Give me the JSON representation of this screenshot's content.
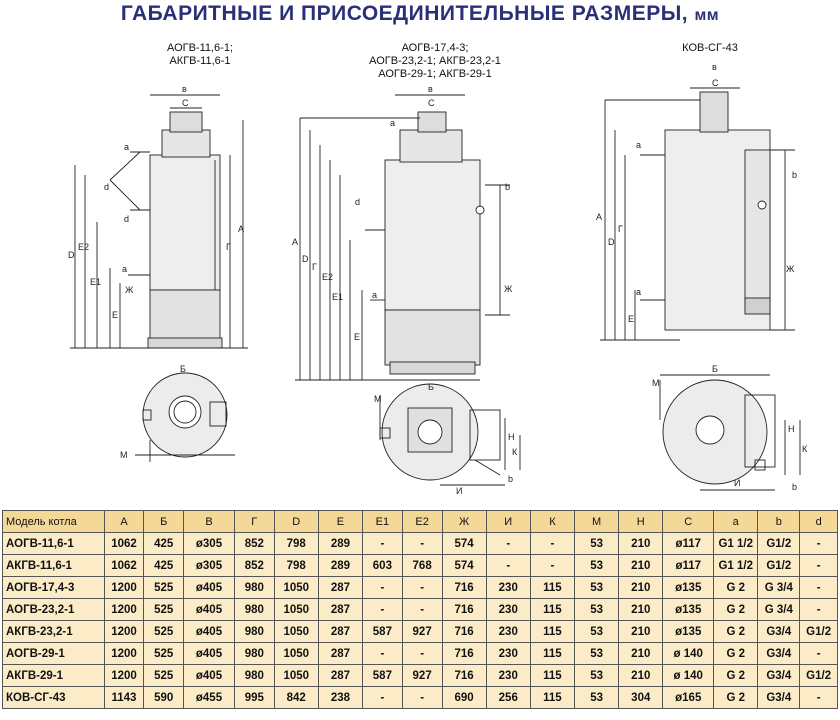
{
  "title": "ГАБАРИТНЫЕ И ПРИСОЕДИНИТЕЛЬНЫЕ РАЗМЕРЫ,",
  "title_unit": "мм",
  "drawings": {
    "left": {
      "caption1": "АОГВ-11,6-1;",
      "caption2": "АКГВ-11,6-1"
    },
    "middle": {
      "caption1": "АОГВ-17,4-3;",
      "caption2": "АОГВ-23,2-1; АКГВ-23,2-1",
      "caption3": "АОГВ-29-1; АКГВ-29-1"
    },
    "right": {
      "caption1": "КОВ-СГ-43"
    }
  },
  "dim_labels": {
    "a": "а",
    "b": "b",
    "d": "d",
    "c": "C",
    "v": "в",
    "A": "А",
    "B": "Б",
    "G": "Г",
    "D": "D",
    "E": "Е",
    "E1": "Е1",
    "E2": "Е2",
    "Zh": "Ж",
    "I": "И",
    "K": "К",
    "M": "М",
    "N": "Н"
  },
  "colors": {
    "header_bg": "#f3d898",
    "cell_bg": "#fbecc7",
    "title": "#2a2f7a"
  },
  "table": {
    "headers": [
      "Модель котла",
      "А",
      "Б",
      "В",
      "Г",
      "D",
      "Е",
      "Е1",
      "Е2",
      "Ж",
      "И",
      "К",
      "М",
      "Н",
      "С",
      "a",
      "b",
      "d"
    ],
    "rows": [
      [
        "АОГВ-11,6-1",
        "1062",
        "425",
        "ø305",
        "852",
        "798",
        "289",
        "-",
        "-",
        "574",
        "-",
        "-",
        "53",
        "210",
        "ø117",
        "G1 1/2",
        "G1/2",
        "-"
      ],
      [
        "АКГВ-11,6-1",
        "1062",
        "425",
        "ø305",
        "852",
        "798",
        "289",
        "603",
        "768",
        "574",
        "-",
        "-",
        "53",
        "210",
        "ø117",
        "G1 1/2",
        "G1/2",
        "-"
      ],
      [
        "АОГВ-17,4-3",
        "1200",
        "525",
        "ø405",
        "980",
        "1050",
        "287",
        "-",
        "-",
        "716",
        "230",
        "115",
        "53",
        "210",
        "ø135",
        "G 2",
        "G 3/4",
        "-"
      ],
      [
        "АОГВ-23,2-1",
        "1200",
        "525",
        "ø405",
        "980",
        "1050",
        "287",
        "-",
        "-",
        "716",
        "230",
        "115",
        "53",
        "210",
        "ø135",
        "G 2",
        "G 3/4",
        "-"
      ],
      [
        "АКГВ-23,2-1",
        "1200",
        "525",
        "ø405",
        "980",
        "1050",
        "287",
        "587",
        "927",
        "716",
        "230",
        "115",
        "53",
        "210",
        "ø135",
        "G 2",
        "G3/4",
        "G1/2"
      ],
      [
        "АОГВ-29-1",
        "1200",
        "525",
        "ø405",
        "980",
        "1050",
        "287",
        "-",
        "-",
        "716",
        "230",
        "115",
        "53",
        "210",
        "ø 140",
        "G 2",
        "G3/4",
        "-"
      ],
      [
        "АКГВ-29-1",
        "1200",
        "525",
        "ø405",
        "980",
        "1050",
        "287",
        "587",
        "927",
        "716",
        "230",
        "115",
        "53",
        "210",
        "ø 140",
        "G 2",
        "G3/4",
        "G1/2"
      ],
      [
        "КОВ-СГ-43",
        "1143",
        "590",
        "ø455",
        "995",
        "842",
        "238",
        "-",
        "-",
        "690",
        "256",
        "115",
        "53",
        "304",
        "ø165",
        "G 2",
        "G3/4",
        "-"
      ]
    ]
  }
}
